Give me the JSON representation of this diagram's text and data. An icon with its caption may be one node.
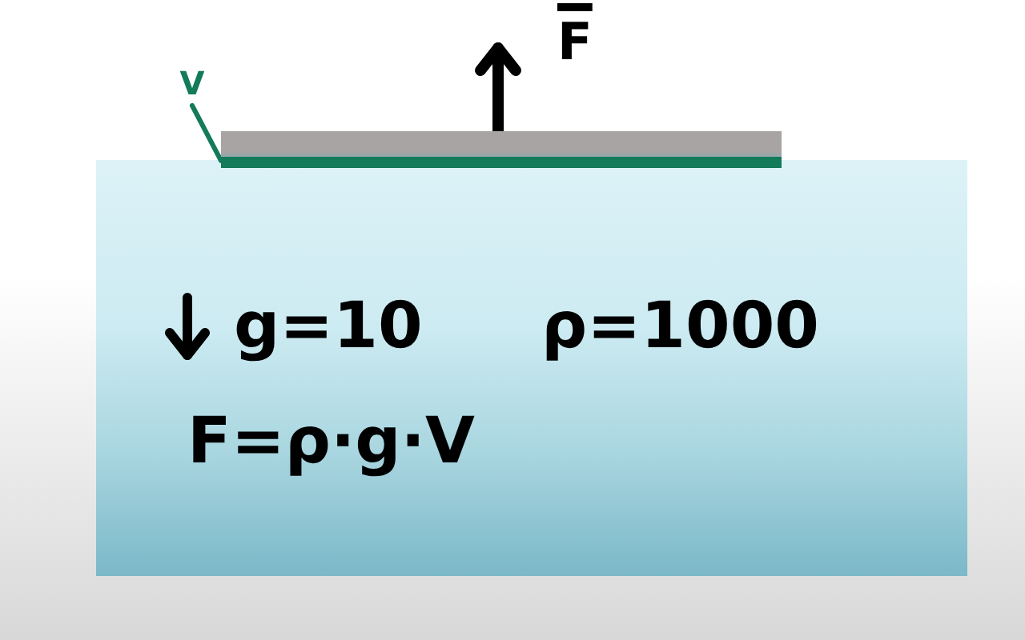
{
  "diagram": {
    "nodes": [
      {
        "text": [
          "V"
        ]
      },
      {
        "text": [],
        "shape": "bar"
      }
    ],
    "edges": [
      {
        "from": 0,
        "to": 1,
        "arrow": "none"
      }
    ],
    "labels": [
      "F",
      "g=10",
      "ρ=1000",
      "F=ρ·g·V"
    ]
  }
}
